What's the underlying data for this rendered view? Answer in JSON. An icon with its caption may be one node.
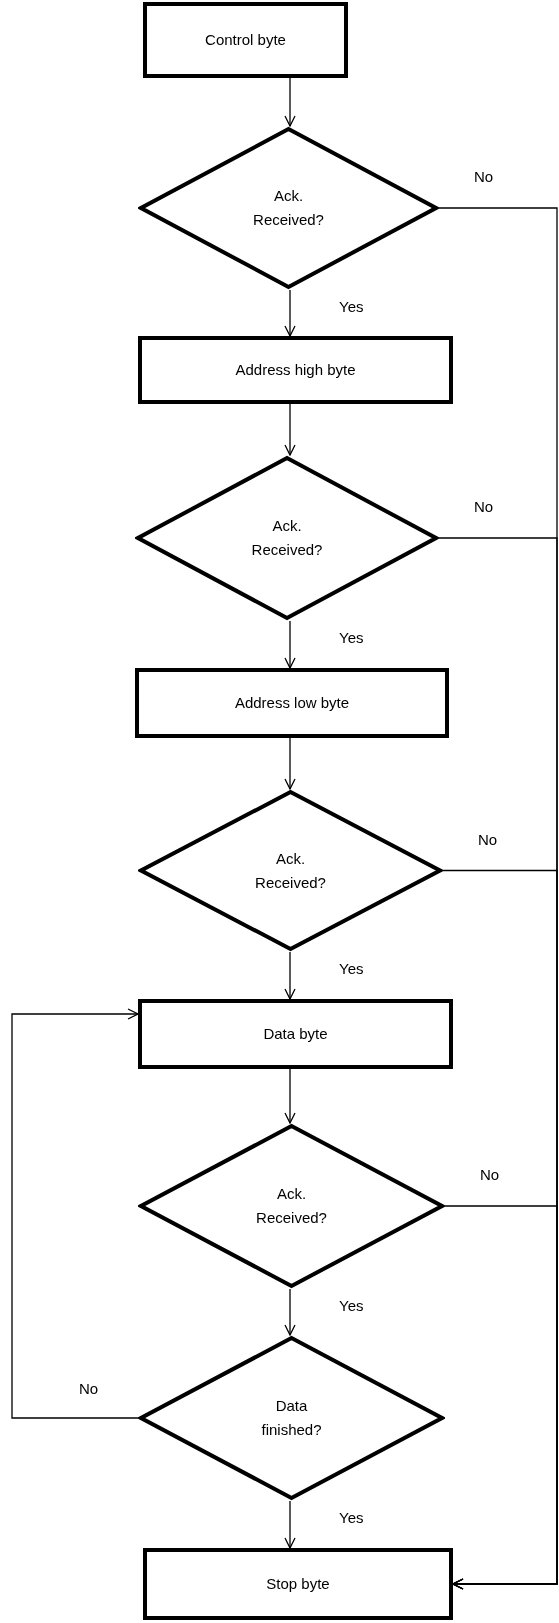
{
  "diagram": {
    "nodes": [
      {
        "text": [
          "Control byte"
        ]
      },
      {
        "text": [
          "Ack. Received?"
        ]
      },
      {
        "text": [
          "Address high byte"
        ]
      },
      {
        "text": [
          "Ack. Received?"
        ]
      },
      {
        "text": [
          "Address low byte"
        ]
      },
      {
        "text": [
          "Ack. Received?"
        ]
      },
      {
        "text": [
          "Data byte"
        ]
      },
      {
        "text": [
          "Ack. Received?"
        ]
      },
      {
        "text": [
          "Data finished?"
        ]
      },
      {
        "text": [
          "Stop byte"
        ]
      }
    ],
    "edges": [
      {
        "from": 0,
        "to": 1,
        "arrow": "to"
      },
      {
        "from": 1,
        "to": 2,
        "arrow": "to",
        "label": "Yes"
      },
      {
        "from": 2,
        "to": 3,
        "arrow": "to"
      },
      {
        "from": 3,
        "to": 4,
        "arrow": "to",
        "label": "Yes"
      },
      {
        "from": 4,
        "to": 5,
        "arrow": "to"
      },
      {
        "from": 5,
        "to": 6,
        "arrow": "to",
        "label": "Yes"
      },
      {
        "from": 6,
        "to": 7,
        "arrow": "to"
      },
      {
        "from": 7,
        "to": 8,
        "arrow": "to",
        "label": "Yes"
      },
      {
        "from": 8,
        "to": 9,
        "arrow": "to",
        "label": "Yes"
      },
      {
        "from": 8,
        "to": 6,
        "arrow": "to",
        "label": "No"
      },
      {
        "from": 1,
        "to": 9,
        "arrow": "to",
        "label": "No"
      },
      {
        "from": 3,
        "to": 9,
        "arrow": "to",
        "label": "No"
      },
      {
        "from": 5,
        "to": 9,
        "arrow": "to",
        "label": "No"
      },
      {
        "from": 7,
        "to": 9,
        "arrow": "to",
        "label": "No"
      }
    ]
  }
}
